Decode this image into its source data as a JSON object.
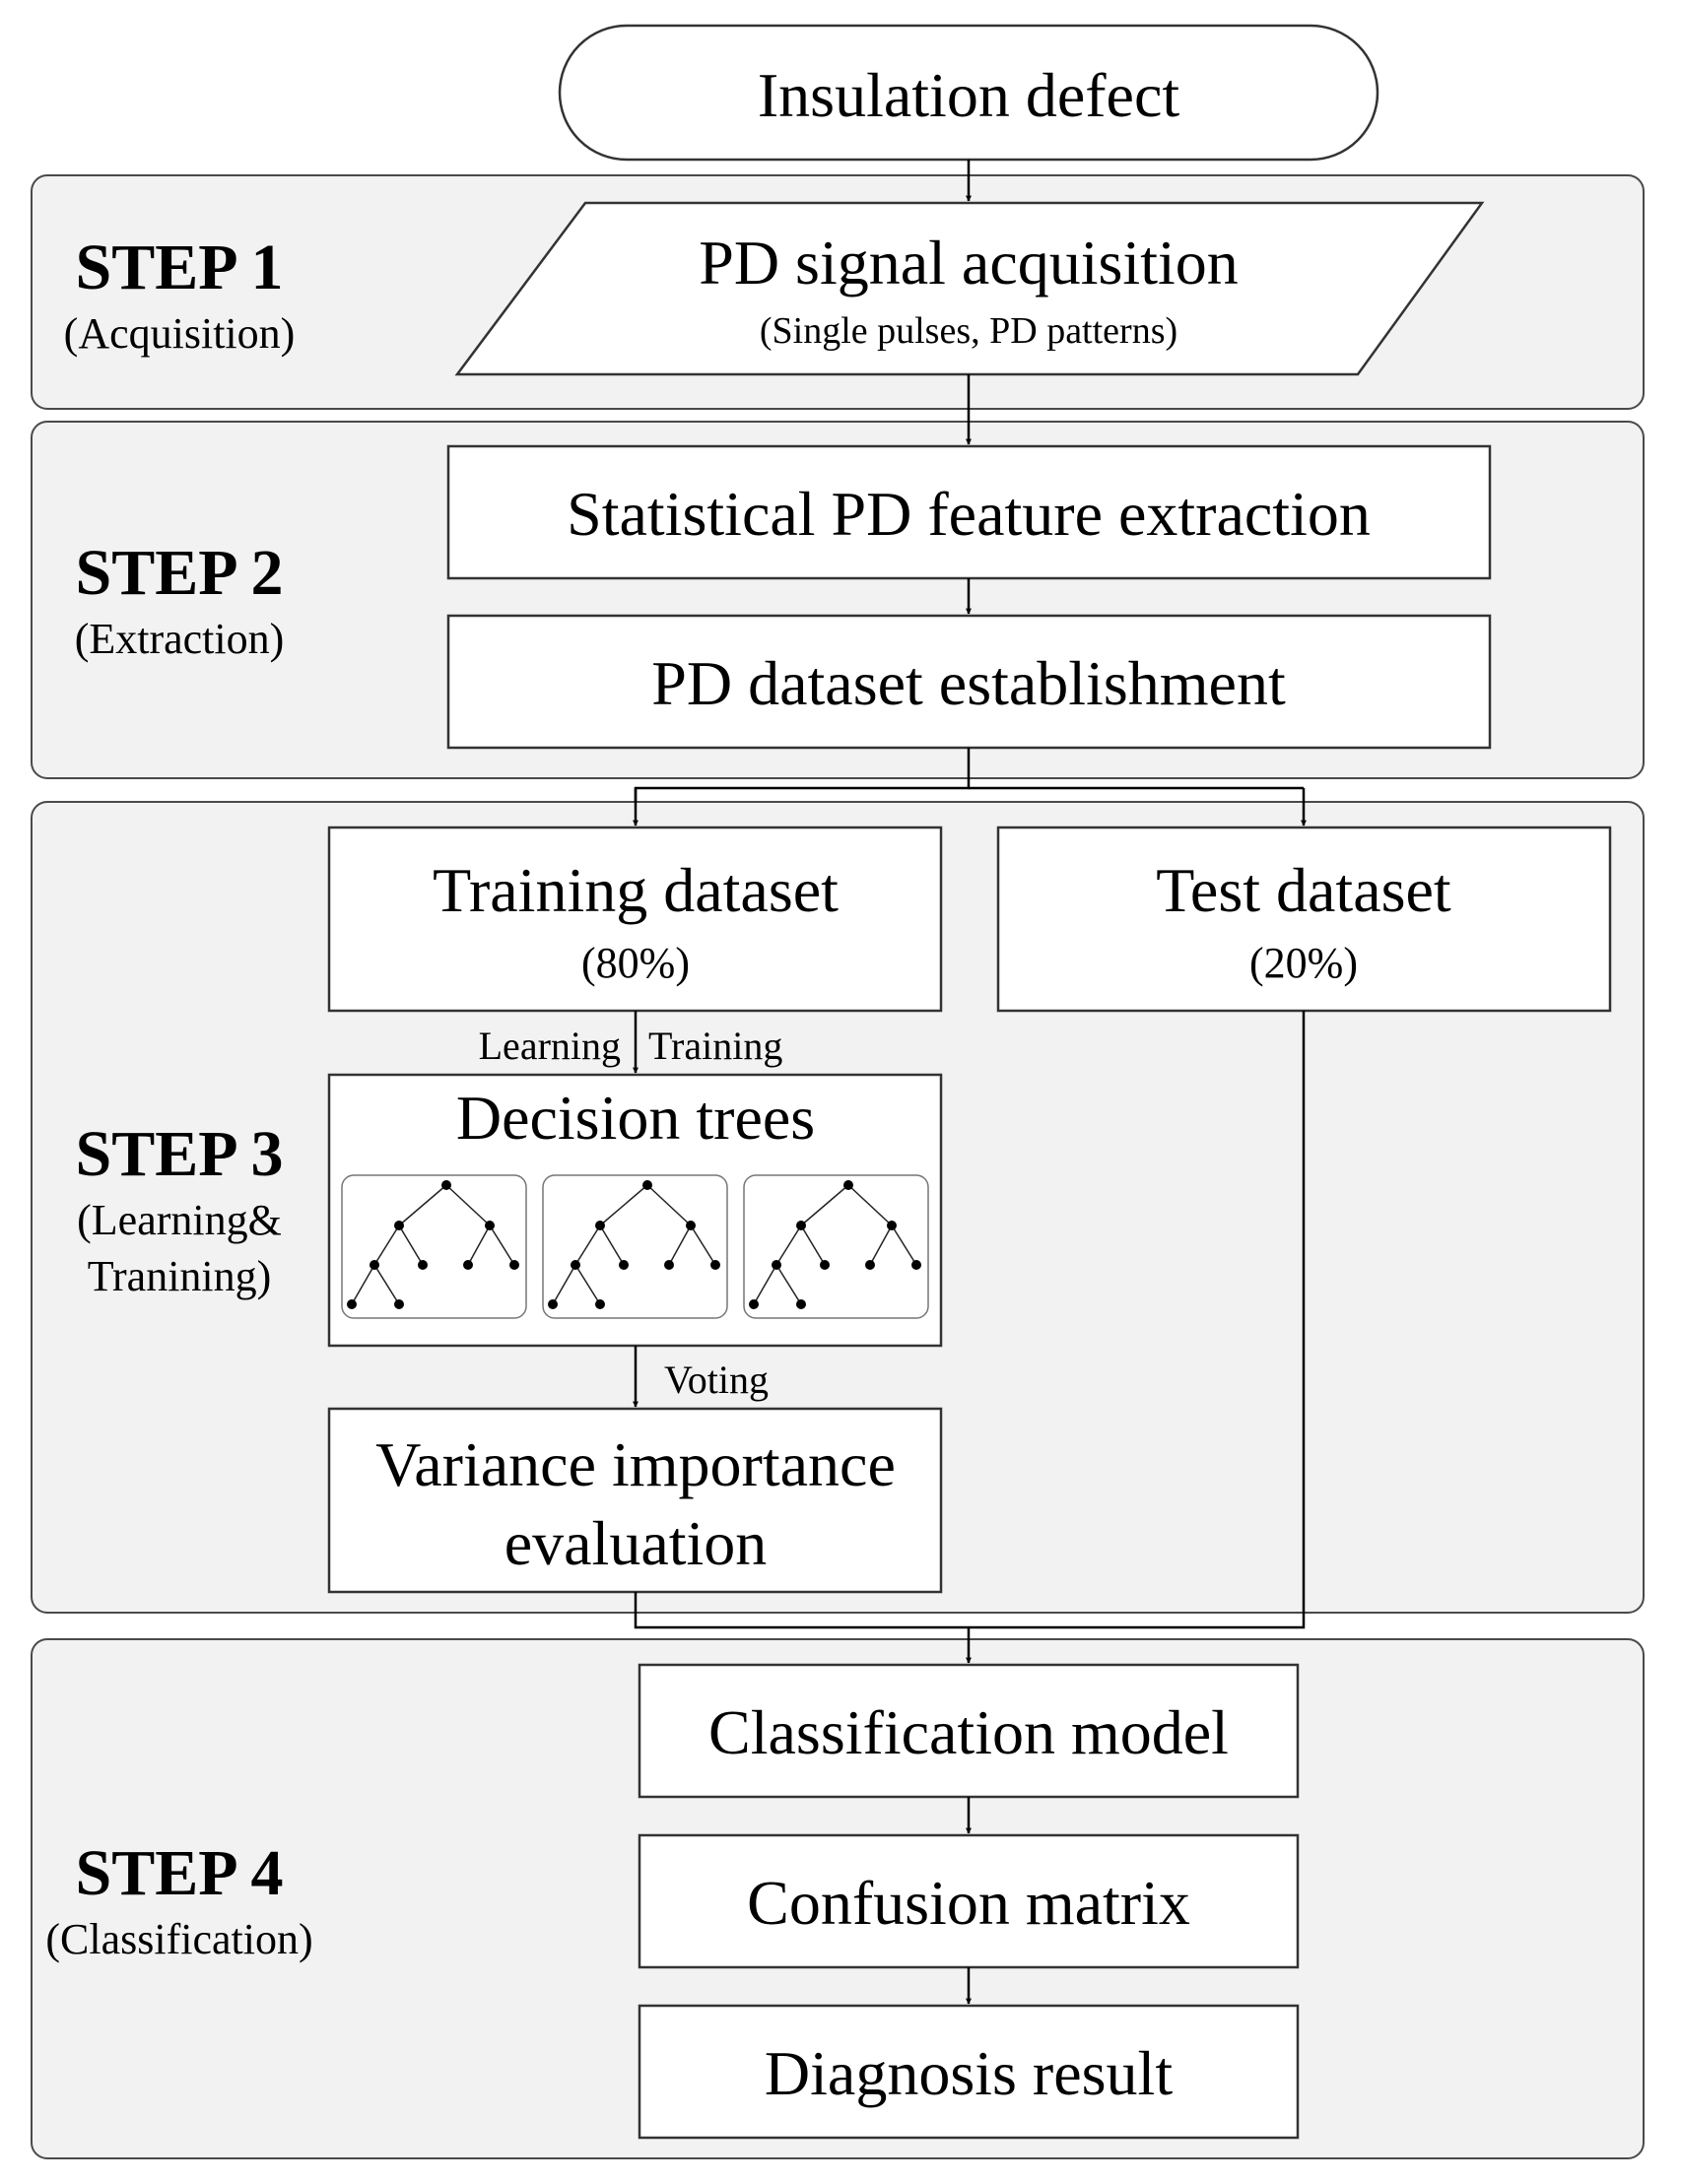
{
  "start": {
    "label": "Insulation defect"
  },
  "steps": [
    {
      "title": "STEP 1",
      "subtitle": [
        "(Acquisition)"
      ]
    },
    {
      "title": "STEP 2",
      "subtitle": [
        "(Extraction)"
      ]
    },
    {
      "title": "STEP 3",
      "subtitle": [
        "(Learning&",
        "Tranining)"
      ]
    },
    {
      "title": "STEP 4",
      "subtitle": [
        "(Classification)"
      ]
    }
  ],
  "acquisition": {
    "title": "PD signal acquisition",
    "detail": "(Single pulses, PD patterns)"
  },
  "extraction": {
    "feature": "Statistical PD feature extraction",
    "dataset": "PD dataset establishment"
  },
  "training": {
    "title": "Training dataset",
    "share": "(80%)"
  },
  "test": {
    "title": "Test dataset",
    "share": "(20%)"
  },
  "edge_labels": {
    "learning": "Learning",
    "training": "Training",
    "voting": "Voting"
  },
  "decision_trees": {
    "title": "Decision trees",
    "count": 3
  },
  "variance": {
    "line1": "Variance importance",
    "line2": "evaluation"
  },
  "classification": {
    "model": "Classification model",
    "confusion": "Confusion matrix",
    "result": "Diagnosis result"
  }
}
